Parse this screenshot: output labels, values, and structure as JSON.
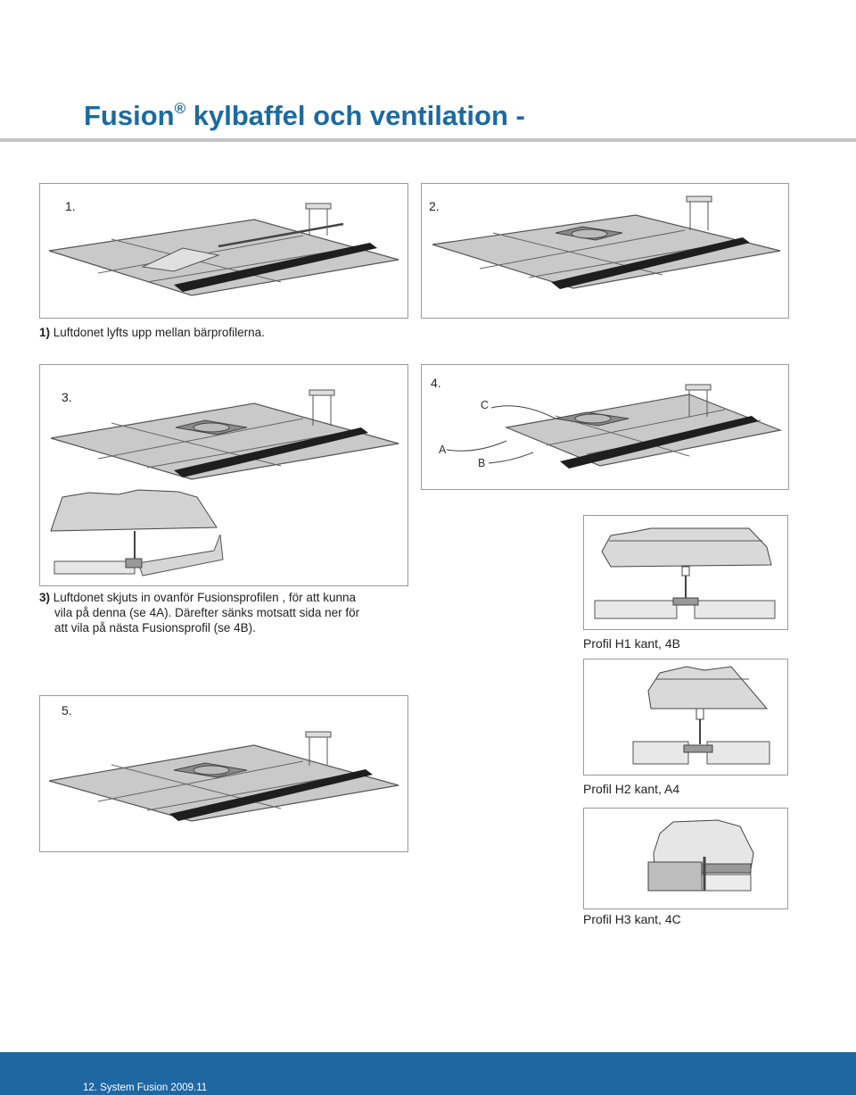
{
  "header": {
    "title": "Fusion",
    "reg": "®",
    "subtitle": "kylbaffel och ventilation -"
  },
  "panels": {
    "p1": {
      "number": "1."
    },
    "p2": {
      "number": "2."
    },
    "p3": {
      "number": "3."
    },
    "p4": {
      "number": "4.",
      "labels": {
        "a": "A",
        "b": "B",
        "c": "C"
      }
    },
    "p5": {
      "number": "5."
    }
  },
  "captions": {
    "step1": {
      "num": "1)",
      "text": "Luftdonet lyfts upp mellan bärprofilerna."
    },
    "step3": {
      "num": "3)",
      "line1": "Luftdonet skjuts in ovanför Fusionsprofilen , för att kunna",
      "line2": "vila på denna (se 4A). Därefter sänks motsatt sida ner för",
      "line3": "att vila på nästa Fusionsprofil (se 4B)."
    }
  },
  "profiles": {
    "h1": "Profil H1 kant, 4B",
    "h2": "Profil H2 kant, A4",
    "h3": "Profil H3 kant, 4C"
  },
  "footer": {
    "text": "12. System Fusion 2009.11"
  },
  "colors": {
    "title": "#1c6aa0",
    "footer": "#1f67a0",
    "tile": "#c9c9c9",
    "baffle": "#1e1e1e"
  }
}
